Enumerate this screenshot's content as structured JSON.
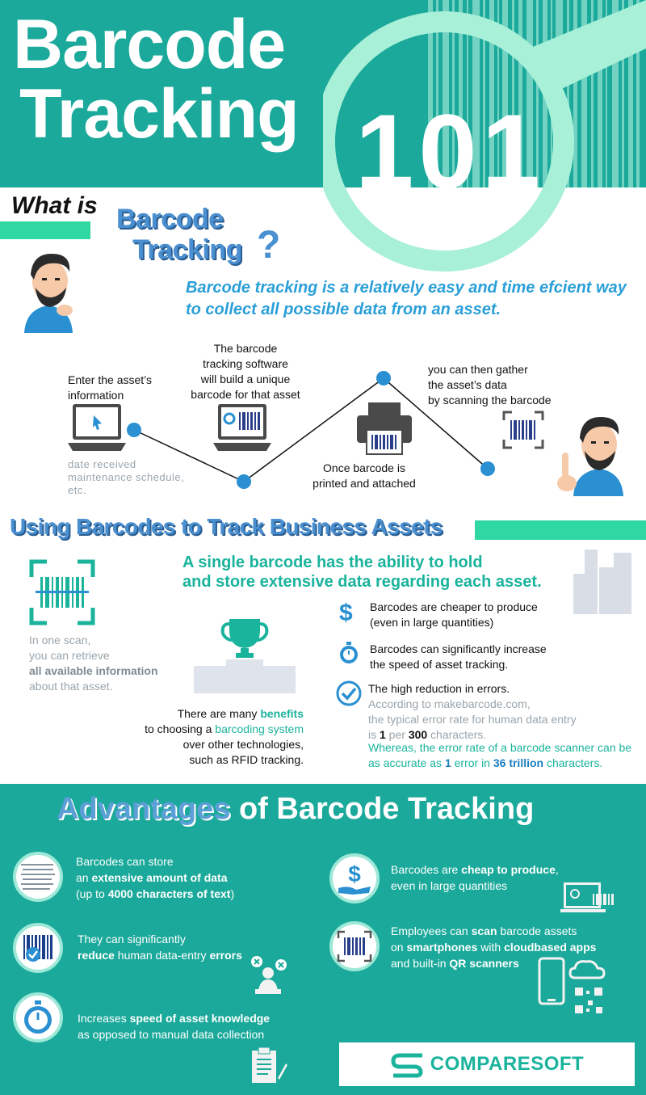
{
  "header": {
    "title_line1": "Barcode",
    "title_line2": "Tracking",
    "number": "101"
  },
  "what_is": {
    "label": "What is",
    "title_line1": "Barcode",
    "title_line2": "Tracking",
    "question_mark": "?",
    "lead_line1": "Barcode tracking is a relatively easy and time efcient way",
    "lead_line2": "to collect all possible data from an asset."
  },
  "steps": {
    "step1_line1": "Enter the asset’s",
    "step1_line2": "information",
    "step1_note1": "date received",
    "step1_note2": "maintenance schedule,",
    "step1_note3": "etc.",
    "step2_line1": "The barcode",
    "step2_line2": "tracking software",
    "step2_line3": "will build a unique",
    "step2_line4": "barcode for that asset",
    "step3_line1": "Once barcode is",
    "step3_line2": "printed and attached",
    "step4_line1": "you can then gather",
    "step4_line2": "the asset’s data",
    "step4_line3": "by scanning the barcode"
  },
  "using": {
    "title": "Using Barcodes to Track Business Assets",
    "lead_line1": "A single barcode has the ability to hold",
    "lead_line2": "and store extensive data regarding each asset.",
    "scan_line1": "In one scan,",
    "scan_line2": "you can retrieve",
    "scan_bold": "all available information",
    "scan_line4": "about that asset.",
    "benefits_a": "There are many ",
    "benefits_b": "benefits",
    "benefits_c": "to choosing a ",
    "benefits_d": "barcoding system",
    "benefits_e": "over other technologies,",
    "benefits_f": "such as RFID tracking.",
    "item1_line1": "Barcodes are cheaper to produce",
    "item1_line2": "(even in large quantities)",
    "item2_line1": "Barcodes can significantly increase",
    "item2_line2": "the speed of asset tracking.",
    "item3_line1": "The high reduction in errors.",
    "item3_line2": "According to makebarcode.com,",
    "item3_line3": "the typical error rate for human data entry",
    "item3_l4a": "is ",
    "item3_l4b": "1",
    "item3_l4c": " per ",
    "item3_l4d": "300",
    "item3_l4e": " characters.",
    "item3_l5": "Whereas, the error rate of a barcode scanner can be",
    "item3_l6a": "as accurate as ",
    "item3_l6b": "1",
    "item3_l6c": " error in ",
    "item3_l6d": "36 trillion",
    "item3_l6e": " characters."
  },
  "advantages": {
    "title_a": "Advantages",
    "title_b": " of Barcode Tracking",
    "a1_line1": "Barcodes can store",
    "a1_l2a": "an ",
    "a1_l2b": "extensive amount of data",
    "a1_l3a": "(up to ",
    "a1_l3b": "4000 characters of text",
    "a1_l3c": ")",
    "a2_line1": "They can significantly",
    "a2_l2a": "reduce",
    "a2_l2b": " human data-entry ",
    "a2_l2c": "errors",
    "a3_l1a": "Increases ",
    "a3_l1b": "speed of asset knowledge",
    "a3_line2": "as opposed to manual data collection",
    "b1_l1a": "Barcodes are ",
    "b1_l1b": "cheap to produce",
    "b1_l1c": ",",
    "b1_line2": "even in large quantities",
    "b2_line1": "Employees can ",
    "b2_l1b": "scan",
    "b2_l1c": " barcode assets",
    "b2_l2a": "on ",
    "b2_l2b": "smartphones",
    "b2_l2c": " with ",
    "b2_l2d": "cloudbased apps",
    "b2_l3a": "and built-in ",
    "b2_l3b": "QR scanners",
    "logo": "COMPARESOFT"
  },
  "colors": {
    "teal": "#1aa99a",
    "green": "#2fd8a2",
    "blue": "#4a8fd0",
    "dot": "#2a90d2"
  }
}
